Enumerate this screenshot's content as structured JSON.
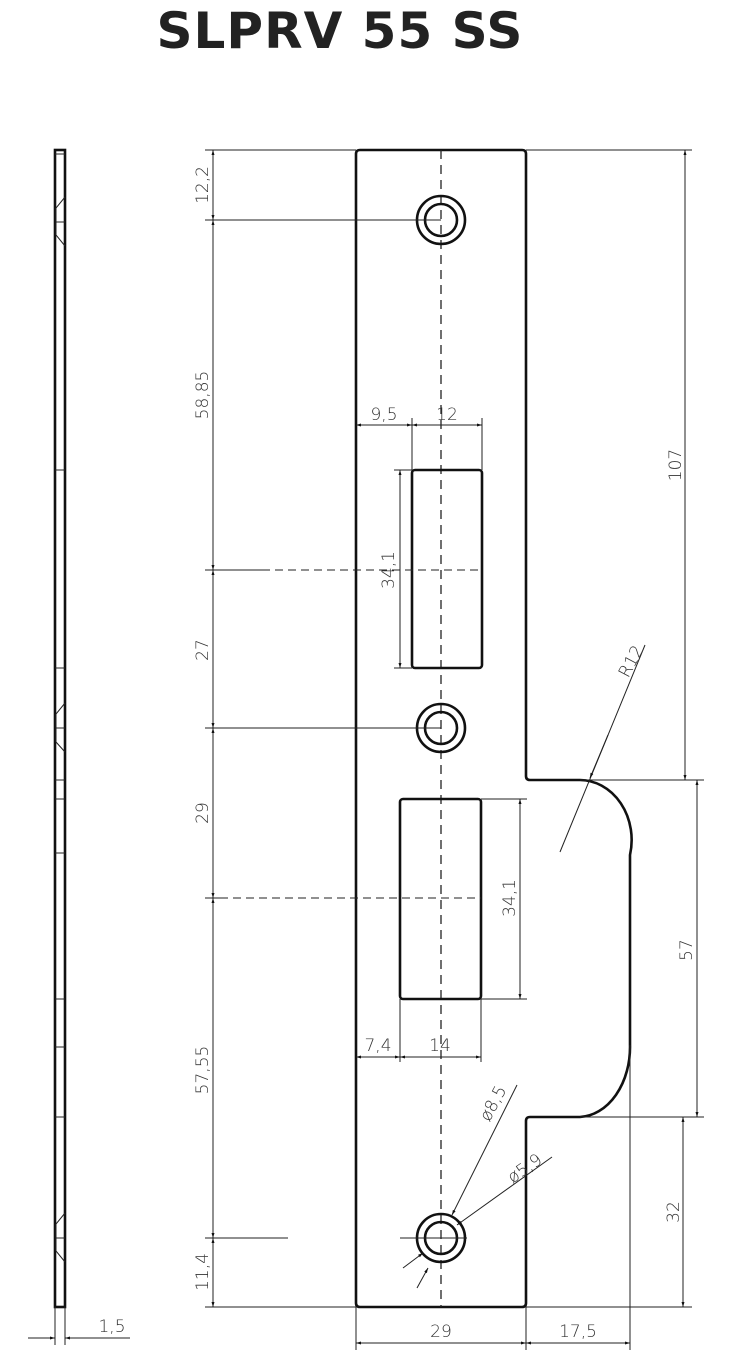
{
  "title": "SLPRV 55 SS",
  "dimensions": {
    "top_offset": "12,2",
    "hole_to_slot": "58,85",
    "slot_to_hole": "27",
    "hole_to_slot2": "29",
    "slot2_to_hole": "57,55",
    "bottom_offset": "11,4",
    "slot1_left": "9,5",
    "slot1_width": "12",
    "slot1_height": "34,1",
    "slot2_height": "34,1",
    "slot2_left": "7,4",
    "slot2_width": "14",
    "total_width": "29",
    "lip_width": "17,5",
    "upper_length": "107",
    "lip_length": "57",
    "lower_length": "32",
    "radius": "R12",
    "hole_outer": "ø8,5",
    "hole_inner": "ø5,9",
    "thickness": "1,5"
  }
}
